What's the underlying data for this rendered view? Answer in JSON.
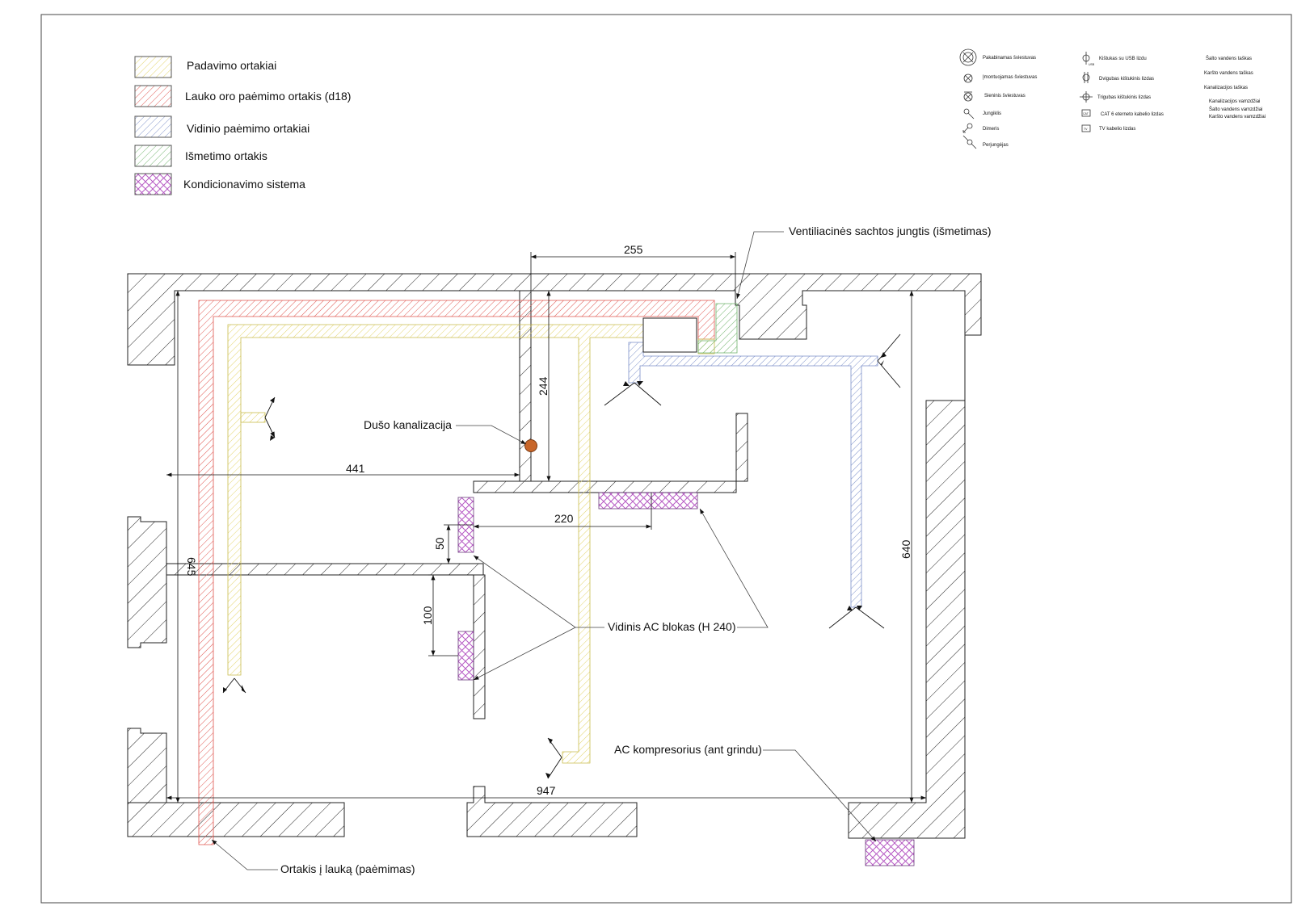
{
  "colors": {
    "supply": "#e3d46a",
    "outdoor_intake": "#e0554f",
    "internal_intake": "#7b8fc9",
    "exhaust": "#6fb36b",
    "ac": "#b65ac4",
    "wall_line": "#222222",
    "drain_marker": "#c8662a"
  },
  "legend": [
    {
      "label": "Padavimo ortakiai",
      "key": "supply",
      "pattern": "diag"
    },
    {
      "label": "Lauko oro paėmimo ortakis (d18)",
      "key": "outdoor_intake",
      "pattern": "diag"
    },
    {
      "label": "Vidinio paėmimo ortakiai",
      "key": "internal_intake",
      "pattern": "diag"
    },
    {
      "label": "Išmetimo ortakis",
      "key": "exhaust",
      "pattern": "diag"
    },
    {
      "label": "Kondicionavimo sistema",
      "key": "ac",
      "pattern": "cross"
    }
  ],
  "symbols": {
    "col1": [
      {
        "icon": "pendant-light-icon",
        "label": "Pakabinamas šviestuvas"
      },
      {
        "icon": "recessed-light-icon",
        "label": "Įmontuojamas šviestuvas"
      },
      {
        "icon": "wall-light-icon",
        "label": "Sieninis šviestuvas"
      },
      {
        "icon": "switch-icon",
        "label": "Jungiklis"
      },
      {
        "icon": "dimmer-icon",
        "label": "Dimeris"
      },
      {
        "icon": "toggle-switch-icon",
        "label": "Perjungėjas"
      }
    ],
    "col2": [
      {
        "icon": "usb-socket-icon",
        "label": "Kištukas su USB lizdu"
      },
      {
        "icon": "double-socket-icon",
        "label": "Dvigubas kištukinis lizdas"
      },
      {
        "icon": "triple-socket-icon",
        "label": "Trigubas kištukinis lizdas"
      },
      {
        "icon": "cat6-socket-icon",
        "label": "CAT 6 eterneto kabelio lizdas"
      },
      {
        "icon": "tv-socket-icon",
        "label": "TV kabelio lizdas"
      }
    ],
    "col3": [
      "Šalto vandens taškas",
      "Karšto vandens taškas",
      "Kanalizacijos taškas"
    ],
    "col3_pipes": [
      "Kanalizacijos vamzdžiai",
      "Šalto vandens vamzdžiai",
      "Karšto vandens vamzdžiai"
    ],
    "usb_tag": "USB",
    "cat_tag": "CAT",
    "tv_tag": "TV"
  },
  "dimensions": {
    "top": "255",
    "vertical_244": "244",
    "horizontal_441": "441",
    "horizontal_220": "220",
    "vertical_50": "50",
    "vertical_645": "645",
    "vertical_100": "100",
    "vertical_640": "640",
    "bottom_947": "947"
  },
  "annotations": {
    "vent_shaft": "Ventiliacinės sachtos jungtis (išmetimas)",
    "shower_drain": "Dušo kanalizacija",
    "indoor_ac": "Vidinis AC blokas (H 240)",
    "ac_compressor": "AC kompresorius (ant grindu)",
    "duct_outside": "Ortakis į lauką (paėmimas)"
  }
}
